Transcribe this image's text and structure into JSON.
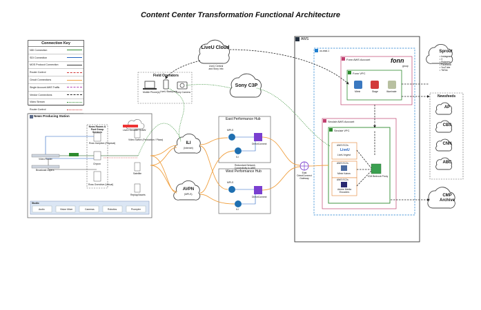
{
  "title": "Content Center Transformation Functional Architecture",
  "key": {
    "title": "Connection Key",
    "rows": [
      {
        "label": "NDI Connection",
        "color": "#2e8b2e",
        "style": "solid"
      },
      {
        "label": "SDI Connection",
        "color": "#1f5fbf",
        "style": "solid"
      },
      {
        "label": "MOS Protocol Connection",
        "color": "#333333",
        "style": "solid"
      },
      {
        "label": "Router Control",
        "color": "#d03030",
        "style": "dashed"
      },
      {
        "label": "Circuit Connections",
        "color": "#f0a040",
        "style": "solid"
      },
      {
        "label": "Single Account AWS Traffic",
        "color": "#b040b0",
        "style": "dashed"
      },
      {
        "label": "Vendor Connections",
        "color": "#222222",
        "style": "dashed"
      },
      {
        "label": "Video Stream",
        "color": "#2e8b2e",
        "style": "dotted"
      },
      {
        "label": "Router Control",
        "color": "#d03030",
        "style": "dotted"
      }
    ]
  },
  "station": {
    "title": "News Producing Station",
    "group": "News Rooms & Post Group Services",
    "servers": [
      "Ross Inception (Physical)",
      "Chyron",
      "Ross Overdrive (Virtual)"
    ],
    "live": "LiveU Decoder / NNW",
    "devices": [
      "Video Switch (Production / Plaza)",
      "Satellite",
      "Replay/Assets"
    ],
    "video_router": "Video Router",
    "playback": "Broadcast Layers",
    "studio_title": "Studio",
    "studio_items": [
      "Audio",
      "Vision Mixer",
      "Cameras",
      "Robotics",
      "Prompter"
    ]
  },
  "field": {
    "title": "Field Operators",
    "items": [
      "Mobile Phone(s)",
      "LiveU Backpack",
      "Sony Camera"
    ]
  },
  "liveu": {
    "title": "LiveU Cloud",
    "sub": "LiveU Central and Story Info"
  },
  "sony": {
    "title": "Sony C3P"
  },
  "ili": {
    "title": "ILI",
    "sub": "(Internet)"
  },
  "avpn": {
    "title": "AVPN",
    "sub": "(MPLS)"
  },
  "east_hub": {
    "title": "East Performance Hub",
    "mpls": "MPLS",
    "ili": "ILI",
    "dc": "DirectConnect"
  },
  "west_hub": {
    "title": "West Performance Hub",
    "mpls": "MPLS",
    "ili": "ILI",
    "dc": "DirectConnect"
  },
  "redundant": "Redundant Network Connectivity to AWS",
  "gateway": "East DirectConnect Gateway",
  "aws": {
    "title": "AWS",
    "region": "us-east-1"
  },
  "fonn": {
    "account": "Fonn AWS Account",
    "logo": "fonn",
    "logo_sub": "group",
    "vpc": "Fonn VPC",
    "apps": [
      "Mimir",
      "Stage",
      "Illuminate"
    ]
  },
  "sinclair": {
    "account": "Sinclair AWS Account",
    "vpc": "Sinclair VPC",
    "instances": [
      {
        "tag": "AWS EC2s",
        "name": "LiveU Ingest",
        "logo": "LiveU"
      },
      {
        "tag": "AWS EC2s",
        "name": "Mimir Kairos",
        "logo": ""
      },
      {
        "tag": "AWS EC2s",
        "name": "Adobe Media Encoders",
        "logo": ""
      }
    ],
    "proxy": "ICM Bedrock Proxy"
  },
  "sprout": {
    "title": "Sprout",
    "items": [
      "Instagram",
      "X",
      "Pinterest",
      "Facebook",
      "YouTube",
      "TikTok"
    ]
  },
  "newsfeeds": {
    "title": "Newsfeeds",
    "items": [
      "AP",
      "CBS",
      "CNN",
      "ABC"
    ]
  },
  "cmp": {
    "title": "CMP Archive"
  }
}
